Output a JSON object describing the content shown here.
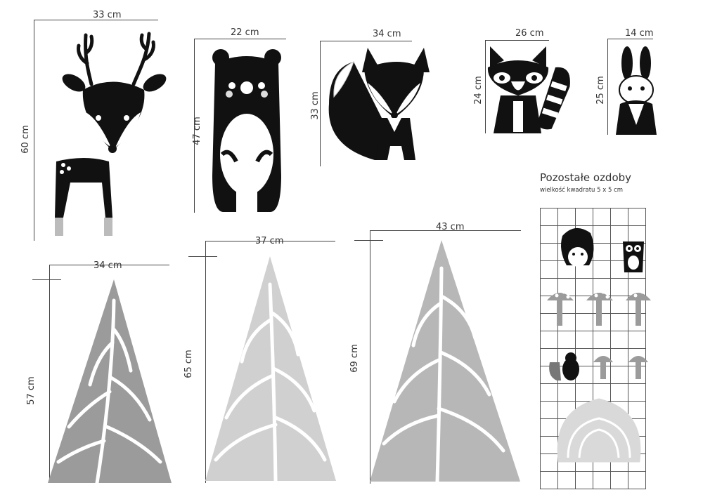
{
  "animals": [
    {
      "name": "deer",
      "width": "33 cm",
      "height": "60 cm"
    },
    {
      "name": "bear",
      "width": "22 cm",
      "height": "47 cm"
    },
    {
      "name": "fox",
      "width": "34 cm",
      "height": "33 cm"
    },
    {
      "name": "raccoon",
      "width": "26 cm",
      "height": "24 cm"
    },
    {
      "name": "rabbit",
      "width": "14 cm",
      "height": "25 cm"
    }
  ],
  "trees": [
    {
      "width": "34 cm",
      "height": "57 cm",
      "color": "#9a9b9a"
    },
    {
      "width": "37 cm",
      "height": "65 cm",
      "color": "#cfd0cf"
    },
    {
      "width": "43 cm",
      "height": "69 cm",
      "color": "#b6b7b6"
    }
  ],
  "extras": {
    "title": "Pozostałe ozdoby",
    "subtitle": "wielkość kwadratu 5 x 5 cm"
  },
  "colors": {
    "ink": "#111111",
    "line": "#444444",
    "gray": "#9a9b9a"
  }
}
